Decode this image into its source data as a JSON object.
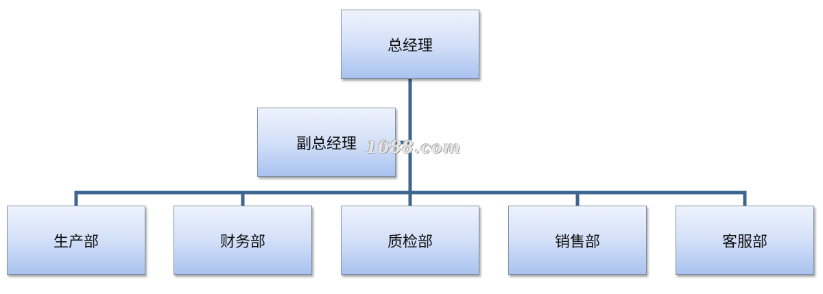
{
  "top": {
    "label": "总经理"
  },
  "assistant": {
    "label": "副总经理"
  },
  "departments": [
    {
      "label": "生产部"
    },
    {
      "label": "财务部"
    },
    {
      "label": "质检部"
    },
    {
      "label": "销售部"
    },
    {
      "label": "客服部"
    }
  ],
  "watermark": "1688.com",
  "colors": {
    "connector": "#3d6590",
    "box_border": "#7f8fa6",
    "box_top": "#eef3fd",
    "box_bottom": "#a9c2ef"
  }
}
